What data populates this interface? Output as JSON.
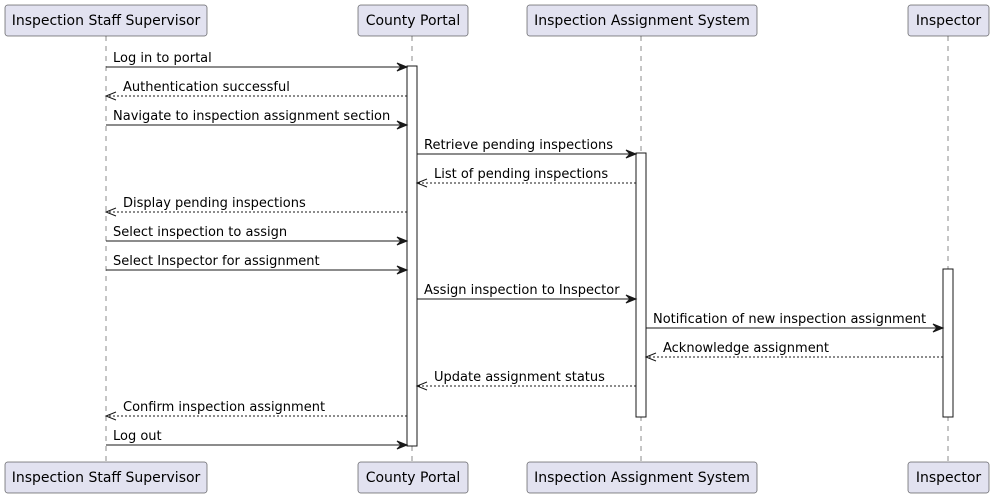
{
  "diagram": {
    "participants": [
      {
        "id": "supervisor",
        "label": "Inspection Staff Supervisor"
      },
      {
        "id": "portal",
        "label": "County Portal"
      },
      {
        "id": "ias",
        "label": "Inspection Assignment System"
      },
      {
        "id": "inspector",
        "label": "Inspector"
      }
    ],
    "messages": [
      {
        "from": "supervisor",
        "to": "portal",
        "label": "Log in to portal",
        "kind": "sync"
      },
      {
        "from": "portal",
        "to": "supervisor",
        "label": "Authentication successful",
        "kind": "reply"
      },
      {
        "from": "supervisor",
        "to": "portal",
        "label": "Navigate to inspection assignment section",
        "kind": "sync"
      },
      {
        "from": "portal",
        "to": "ias",
        "label": "Retrieve pending inspections",
        "kind": "sync"
      },
      {
        "from": "ias",
        "to": "portal",
        "label": "List of pending inspections",
        "kind": "reply"
      },
      {
        "from": "portal",
        "to": "supervisor",
        "label": "Display pending inspections",
        "kind": "reply"
      },
      {
        "from": "supervisor",
        "to": "portal",
        "label": "Select inspection to assign",
        "kind": "sync"
      },
      {
        "from": "supervisor",
        "to": "portal",
        "label": "Select Inspector for assignment",
        "kind": "sync"
      },
      {
        "from": "portal",
        "to": "ias",
        "label": "Assign inspection to Inspector",
        "kind": "sync"
      },
      {
        "from": "ias",
        "to": "inspector",
        "label": "Notification of new inspection assignment",
        "kind": "sync"
      },
      {
        "from": "inspector",
        "to": "ias",
        "label": "Acknowledge assignment",
        "kind": "reply"
      },
      {
        "from": "ias",
        "to": "portal",
        "label": "Update assignment status",
        "kind": "reply"
      },
      {
        "from": "portal",
        "to": "supervisor",
        "label": "Confirm inspection assignment",
        "kind": "reply"
      },
      {
        "from": "supervisor",
        "to": "portal",
        "label": "Log out",
        "kind": "sync"
      }
    ],
    "activations": [
      {
        "participant": "portal",
        "from_message": 0,
        "to_message": 13
      },
      {
        "participant": "ias",
        "from_message": 3,
        "to_message": 12
      },
      {
        "participant": "inspector",
        "from_message": 7,
        "to_message": 12
      }
    ],
    "colors": {
      "participant_fill": "#e2e2f0",
      "line": "#181818",
      "text": "#000000"
    }
  }
}
